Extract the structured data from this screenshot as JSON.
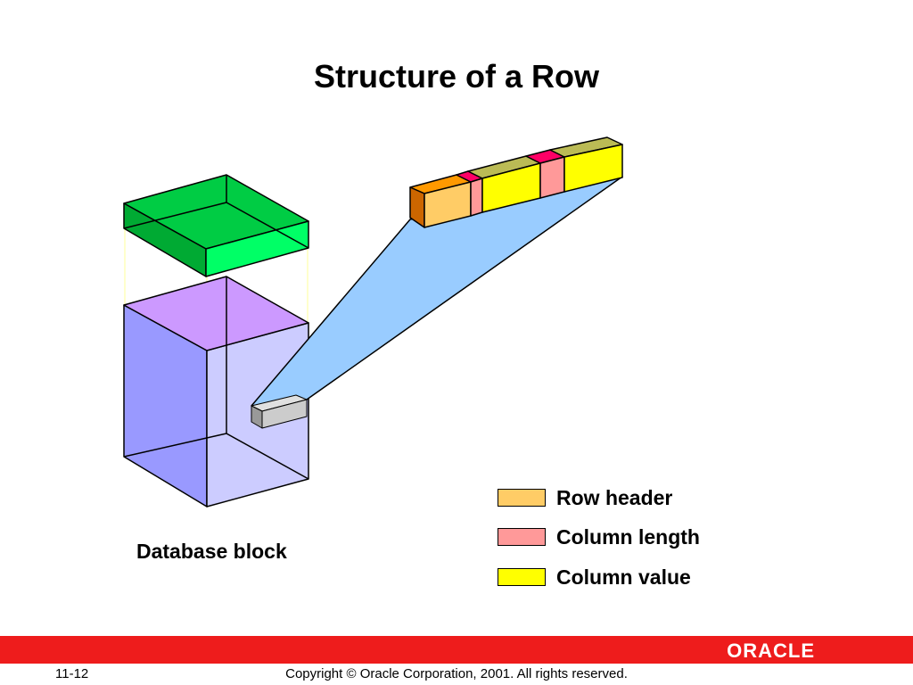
{
  "slide": {
    "title": "Structure of a Row"
  },
  "diagram": {
    "block_label": "Database block"
  },
  "legend": {
    "items": [
      {
        "label": "Row header",
        "color": "#ffcc66"
      },
      {
        "label": "Column length",
        "color": "#ff9999"
      },
      {
        "label": "Column value",
        "color": "#ffff00"
      }
    ]
  },
  "colors": {
    "block_top_green": "#00ff66",
    "block_side_blue": "#9999ff",
    "block_front_lavender": "#ccccff",
    "block_top_purple": "#cc99ff",
    "row_projection": "#99ccff",
    "header_orange": "#ff9900",
    "length_magenta": "#ff0066",
    "value_olive": "#bbbb55",
    "footer_red": "#ee1c1c"
  },
  "footer": {
    "logo_text": "ORACLE",
    "page_number": "11-12",
    "copyright": "Copyright © Oracle Corporation, 2001. All rights reserved."
  }
}
